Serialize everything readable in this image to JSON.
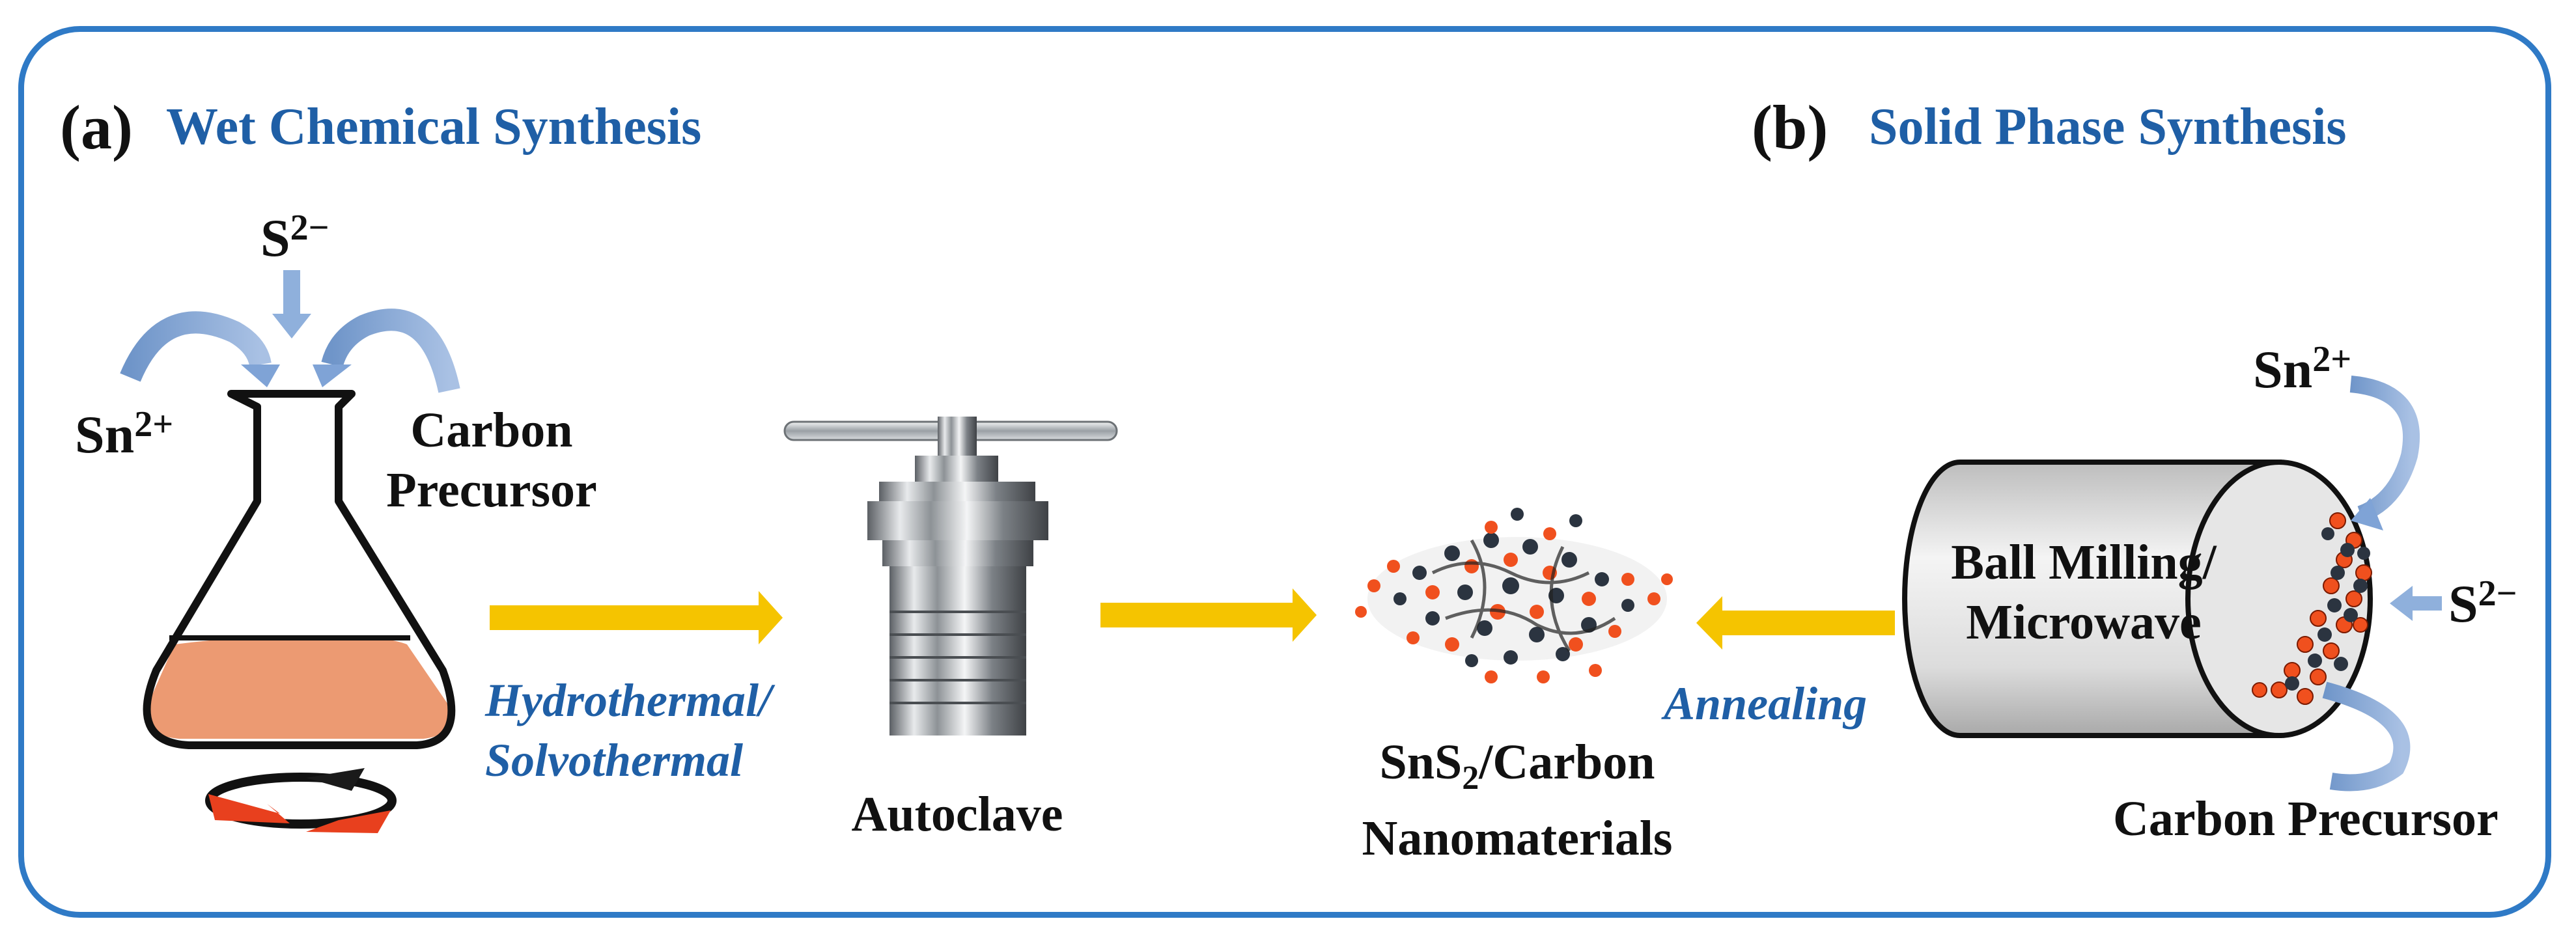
{
  "panel_a": {
    "label": "(a)",
    "title": "Wet Chemical Synthesis",
    "ion_s": "S",
    "ion_s_charge": "2−",
    "ion_sn": "Sn",
    "ion_sn_charge": "2+",
    "carbon_line1": "Carbon",
    "carbon_line2": "Precursor",
    "hydro_line1": "Hydrothermal/",
    "hydro_line2": "Solvothermal",
    "autoclave": "Autoclave"
  },
  "product": {
    "line1_a": "SnS",
    "line1_sub": "2",
    "line1_b": "/Carbon",
    "line2": "Nanomaterials"
  },
  "panel_b": {
    "label": "(b)",
    "title": "Solid Phase Synthesis",
    "annealing": "Annealing",
    "cylinder_line1": "Ball Milling/",
    "cylinder_line2": "Microwave",
    "ion_sn": "Sn",
    "ion_sn_charge": "2+",
    "ion_s": "S",
    "ion_s_charge": "2−",
    "carbon_precursor": "Carbon Precursor"
  },
  "colors": {
    "frame": "#2f7ac6",
    "title_blue": "#1f5fa6",
    "process_arrow": "#f5c400",
    "input_arrow": "#8fb0dc",
    "solution": "#ec9a72",
    "particle_orange": "#f0501e",
    "particle_dark": "#2b3440"
  }
}
